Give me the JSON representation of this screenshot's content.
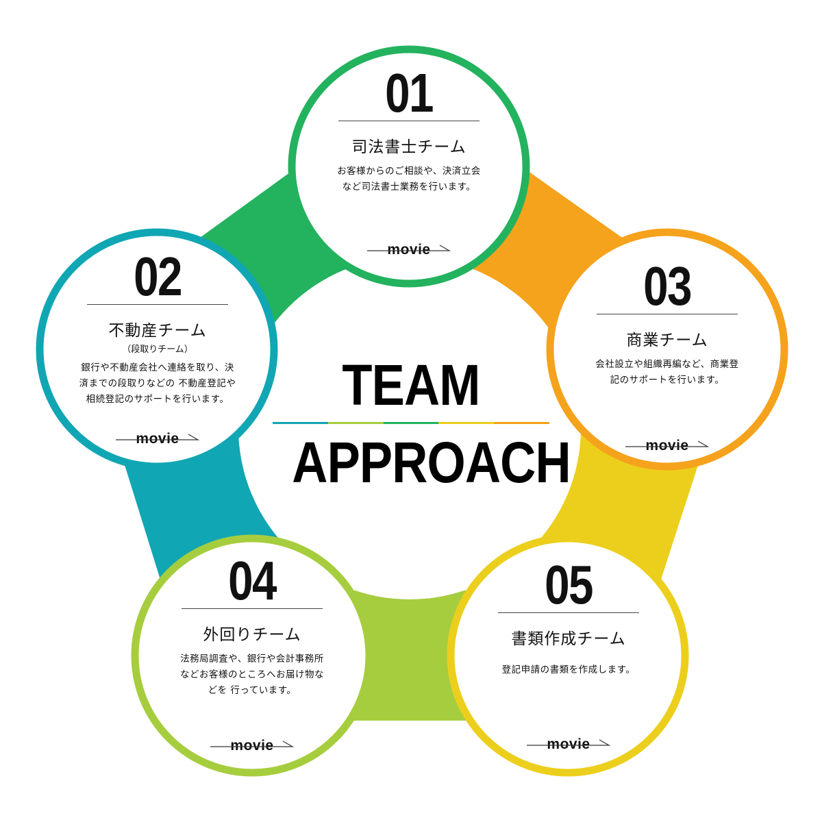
{
  "center": {
    "title_line1": "TEAM",
    "title_line2": "APPROACH"
  },
  "colors": {
    "green": "#23b25e",
    "orange": "#f5a21c",
    "yellow": "#eccf1c",
    "lime": "#a6cd3e",
    "teal": "#11a6b3",
    "divider": "#444444",
    "text": "#111111"
  },
  "center_rule_colors": [
    "#11a6b3",
    "#a6cd3e",
    "#23b25e",
    "#eccf1c",
    "#f5a21c"
  ],
  "teams": [
    {
      "number": "01",
      "name": "司法書士チーム",
      "subtitle": "",
      "description": "お客様からのご相談や、決済立会\nなど司法書士業務を行います。",
      "movie_label": "movie",
      "ring_color": "#23b25e",
      "connector_color": "#23b25e"
    },
    {
      "number": "02",
      "name": "不動産チーム",
      "subtitle": "（段取りチーム）",
      "description": "銀行や不動産会社へ連絡を取り、決\n済までの段取りなどの 不動産登記や\n相続登記のサポートを行います。",
      "movie_label": "movie",
      "ring_color": "#11a6b3",
      "connector_color": "#11a6b3"
    },
    {
      "number": "03",
      "name": "商業チーム",
      "subtitle": "",
      "description": "会社設立や組織再編など、商業登\n記のサポートを行います。",
      "movie_label": "movie",
      "ring_color": "#f5a21c",
      "connector_color": "#f5a21c"
    },
    {
      "number": "04",
      "name": "外回りチーム",
      "subtitle": "",
      "description": "法務局調査や、銀行や会計事務所\nなどお客様のところへお届け物な\nどを 行っています。",
      "movie_label": "movie",
      "ring_color": "#a6cd3e",
      "connector_color": "#a6cd3e"
    },
    {
      "number": "05",
      "name": "書類作成チーム",
      "subtitle": "",
      "description": "登記申請の書類を作成します。",
      "movie_label": "movie",
      "ring_color": "#eccf1c",
      "connector_color": "#eccf1c"
    }
  ]
}
